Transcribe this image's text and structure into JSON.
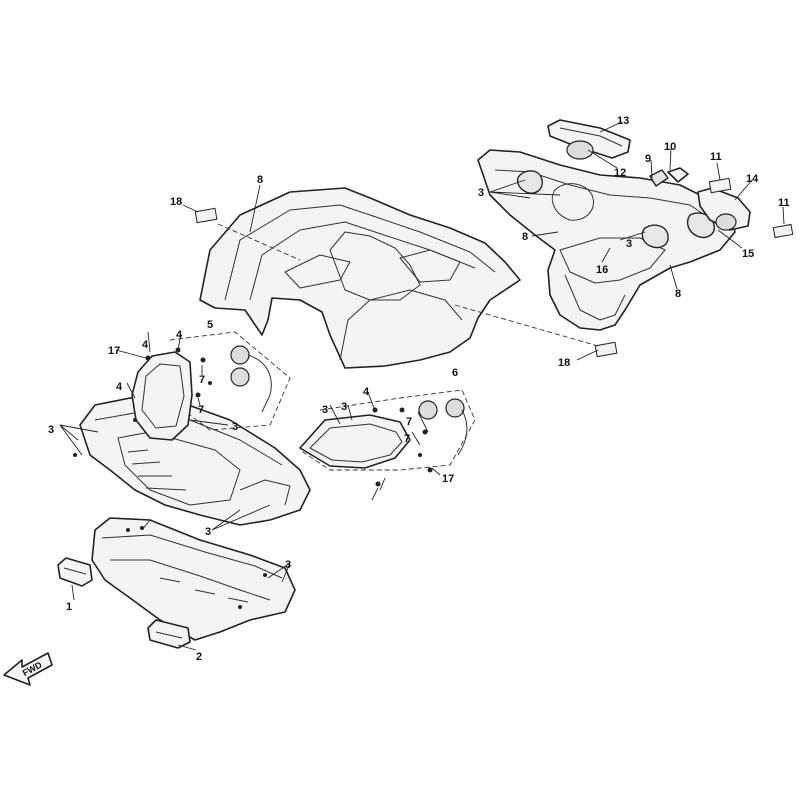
{
  "diagram": {
    "fwd_label": "FWD",
    "callouts": {
      "c1": "1",
      "c2": "2",
      "c3a": "3",
      "c3b": "3",
      "c3c": "3",
      "c3d": "3",
      "c3e": "3",
      "c3f": "3",
      "c3g": "3",
      "c3h": "3",
      "c4a": "4",
      "c4b": "4",
      "c4c": "4",
      "c4d": "4",
      "c5": "5",
      "c6": "6",
      "c7a": "7",
      "c7b": "7",
      "c7c": "7",
      "c7d": "7",
      "c8a": "8",
      "c8b": "8",
      "c8c": "8",
      "c9": "9",
      "c10": "10",
      "c11a": "11",
      "c11b": "11",
      "c12": "12",
      "c13": "13",
      "c14": "14",
      "c15": "15",
      "c16": "16",
      "c17a": "17",
      "c17b": "17",
      "c18a": "18",
      "c18b": "18"
    }
  }
}
